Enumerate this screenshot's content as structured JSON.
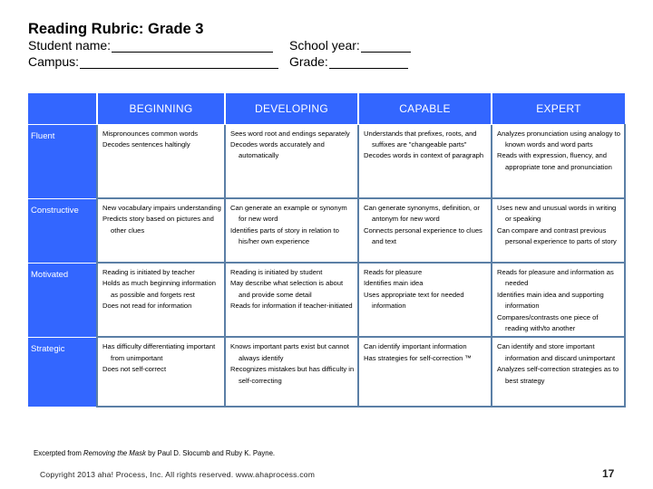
{
  "header": {
    "title": "Reading Rubric: Grade 3",
    "fields": {
      "student_name_label": "Student name:",
      "campus_label": "Campus:",
      "school_year_label": "School year:",
      "grade_label": "Grade:"
    }
  },
  "table": {
    "columns": [
      "",
      "BEGINNING",
      "DEVELOPING",
      "CAPABLE",
      "EXPERT"
    ],
    "colors": {
      "header_bg": "#3366ff",
      "header_text": "#ffffff",
      "grid": "#5b7fa6"
    },
    "rows": [
      {
        "label": "Fluent",
        "cells": [
          [
            "Mispronounces common words",
            "Decodes sentences haltingly"
          ],
          [
            "Sees word root and endings separately",
            "Decodes words accurately and automatically"
          ],
          [
            "Understands that prefixes, roots, and suffixes are \"changeable parts\"",
            "Decodes words in context of paragraph"
          ],
          [
            "Analyzes pronunciation using analogy to known words and word parts",
            "Reads with expression, fluency, and appropriate tone and pronunciation"
          ]
        ]
      },
      {
        "label": "Constructive",
        "cells": [
          [
            "New vocabulary impairs understanding",
            "Predicts story based on pictures and other clues"
          ],
          [
            "Can generate an example or synonym for new word",
            "Identifies parts of story in relation to his/her own experience"
          ],
          [
            "Can generate synonyms, definition, or antonym for new word",
            "Connects personal experience to clues and text"
          ],
          [
            "Uses new and unusual words in writing or speaking",
            "Can compare and contrast previous personal experience to parts of story"
          ]
        ]
      },
      {
        "label": "Motivated",
        "cells": [
          [
            "Reading is initiated by teacher",
            "Holds as much beginning information as possible and forgets rest",
            "Does not read for information"
          ],
          [
            "Reading is initiated by student",
            "May describe what selection is about and provide some detail",
            "Reads for information if teacher-initiated"
          ],
          [
            "Reads for pleasure",
            "Identifies main idea",
            "Uses appropriate text for needed information"
          ],
          [
            "Reads for pleasure and information as needed",
            "Identifies main idea and supporting information",
            "Compares/contrasts one piece of reading with/to another"
          ]
        ]
      },
      {
        "label": "Strategic",
        "cells": [
          [
            "Has difficulty differentiating important from unimportant",
            "Does not self-correct"
          ],
          [
            "Knows important parts exist but cannot always identify",
            "Recognizes mistakes but has difficulty in self-correcting"
          ],
          [
            "Can identify important information",
            "Has strategies for self-correction ™"
          ],
          [
            "Can identify and store important information and discard unimportant",
            "Analyzes self-correction strategies as to best strategy"
          ]
        ]
      }
    ]
  },
  "footer": {
    "excerpt_prefix": "Excerpted from ",
    "excerpt_book": "Removing the Mask",
    "excerpt_suffix": " by Paul D. Slocumb and Ruby K. Payne.",
    "copyright": "Copyright  2013 aha! Process, Inc. All rights reserved. www.ahaprocess.com",
    "page_number": "17"
  }
}
